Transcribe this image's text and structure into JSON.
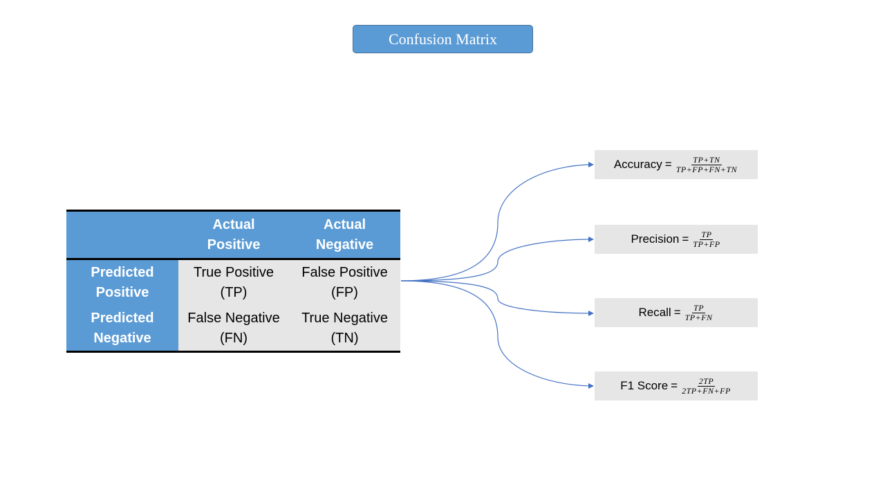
{
  "title": "Confusion Matrix",
  "matrix": {
    "col_headers": [
      "Actual\nPositive",
      "Actual\nNegative"
    ],
    "rows": [
      {
        "label": "Predicted\nPositive",
        "cells": [
          "True Positive\n(TP)",
          "False Positive\n(FP)"
        ]
      },
      {
        "label": "Predicted\nNegative",
        "cells": [
          "False Negative\n(FN)",
          "True Negative\n(TN)"
        ]
      }
    ]
  },
  "metrics": [
    {
      "name": "Accuracy",
      "numerator": "TP+TN",
      "denominator": "TP+FP+FN+TN"
    },
    {
      "name": "Precision",
      "numerator": "TP",
      "denominator": "TP+FP"
    },
    {
      "name": "Recall",
      "numerator": "TP",
      "denominator": "TP+FN"
    },
    {
      "name": "F1 Score",
      "numerator": "2TP",
      "denominator": "2TP+FN+FP"
    }
  ],
  "equals_sign": "=",
  "colors": {
    "header_blue": "#5b9bd5",
    "cell_gray": "#e7e6e6",
    "arrow_blue": "#4472c4"
  }
}
